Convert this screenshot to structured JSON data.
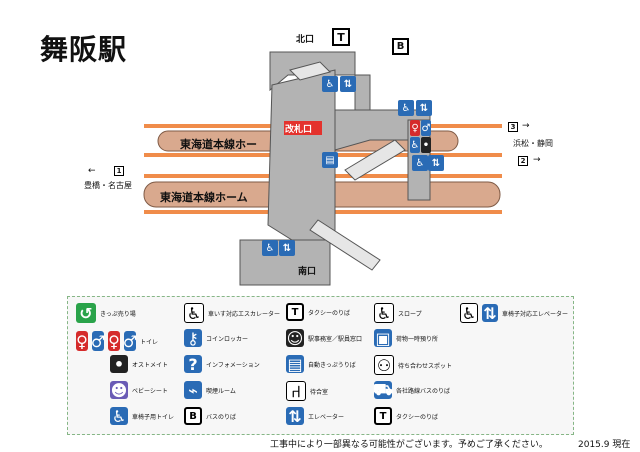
{
  "title": "舞阪駅",
  "map": {
    "north_exit": "北口",
    "south_exit": "南口",
    "ticket_gate": "改札口",
    "platform_upper": "東海道本線ホー",
    "platform_lower": "東海道本線ホーム",
    "track_left_number": "1",
    "track_left_direction": "豊橋・名古屋",
    "track_right_top_number": "3",
    "track_right_top_direction": "浜松・静岡",
    "track_right_bottom_number": "2",
    "taxi_letter": "T",
    "bus_letter": "B",
    "arrow_left": "←",
    "arrow_right": "→"
  },
  "legend": {
    "ticket_office": "きっぷ売り場",
    "toilet": "トイレ",
    "ostomate": "オストメイト",
    "baby_seat": "ベビーシート",
    "accessible_toilet": "車椅子用トイレ",
    "wheelchair_escalator": "車いす対応エスカレーター",
    "coin_locker": "コインロッカー",
    "information": "インフォメーション",
    "smoking_room": "喫煙ルーム",
    "bus_stop": "バスのりば",
    "bus_letter": "B",
    "taxi_stop": "タクシーのりば",
    "taxi_letter": "T",
    "station_office": "駅事務室／駅員窓口",
    "ticket_machine": "自動きっぷうりば",
    "waiting_room": "待合室",
    "elevator": "エレベーター",
    "slope": "スロープ",
    "baggage": "荷物一時預り所",
    "meeting_spot": "待ち合わせスポット",
    "company_bus": "各社路線バスのりば",
    "taxi_stop_2": "タクシーのりば",
    "wheelchair_elevator": "車椅子対応エレベーター"
  },
  "footer": {
    "notice": "工事中により一部異なる可能性がございます。予めご了承ください。",
    "date": "2015.9 現在"
  },
  "colors": {
    "building": "#b3b3b3",
    "building_edge": "#7f7f7f",
    "platform": "#d9a98e",
    "track": "#f08c4a",
    "gate": "#e4322d",
    "blue_icon": "#2a6bb5",
    "green_icon": "#2aa34a",
    "red_icon": "#d52b2b",
    "legend_border": "#86b686"
  }
}
